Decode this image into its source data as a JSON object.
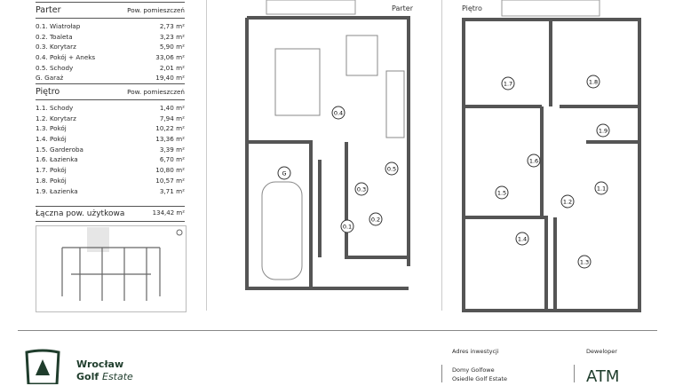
{
  "parter": {
    "title": "Parter",
    "col": "Pow. pomieszczeń",
    "rows": [
      {
        "name": "0.1. Wiatrołap",
        "area": "2,73 m²"
      },
      {
        "name": "0.2. Toaleta",
        "area": "3,23 m²"
      },
      {
        "name": "0.3. Korytarz",
        "area": "5,90 m²"
      },
      {
        "name": "0.4. Pokój + Aneks",
        "area": "33,06 m²"
      },
      {
        "name": "0.5. Schody",
        "area": "2,01 m²"
      },
      {
        "name": "G. Garaż",
        "area": "19,40 m²"
      }
    ]
  },
  "pietro": {
    "title": "Piętro",
    "col": "Pow. pomieszczeń",
    "rows": [
      {
        "name": "1.1. Schody",
        "area": "1,40 m²"
      },
      {
        "name": "1.2. Korytarz",
        "area": "7,94 m²"
      },
      {
        "name": "1.3. Pokój",
        "area": "10,22 m²"
      },
      {
        "name": "1.4. Pokój",
        "area": "13,36 m²"
      },
      {
        "name": "1.5. Garderoba",
        "area": "3,39 m²"
      },
      {
        "name": "1.6. Łazienka",
        "area": "6,70 m²"
      },
      {
        "name": "1.7. Pokój",
        "area": "10,80 m²"
      },
      {
        "name": "1.8. Pokój",
        "area": "10,57 m²"
      },
      {
        "name": "1.9. Łazienka",
        "area": "3,71 m²"
      }
    ]
  },
  "total": {
    "label": "Łączna pow. użytkowa",
    "value": "134,42 m²"
  },
  "plans": {
    "parter_title": "Parter",
    "pietro_title": "Piętro",
    "parter_labels": [
      "0.4",
      "G",
      "0.5",
      "0.3",
      "0.1",
      "0.2"
    ],
    "pietro_labels": [
      "1.7",
      "1.8",
      "1.9",
      "1.6",
      "1.5",
      "1.2",
      "1.1",
      "1.4",
      "1.3"
    ]
  },
  "footer": {
    "brand_line1": "Wrocław",
    "brand_line2a": "Golf",
    "brand_line2b": "Estate",
    "address_title": "Adres inwestycji",
    "address_line1": "Domy Golfowe",
    "address_line2": "Osiedle Golf Estate",
    "developer_title": "Deweloper",
    "developer_logo": "ATM"
  },
  "colors": {
    "brand": "#1f3d2c",
    "wall": "#5a5a5a"
  }
}
